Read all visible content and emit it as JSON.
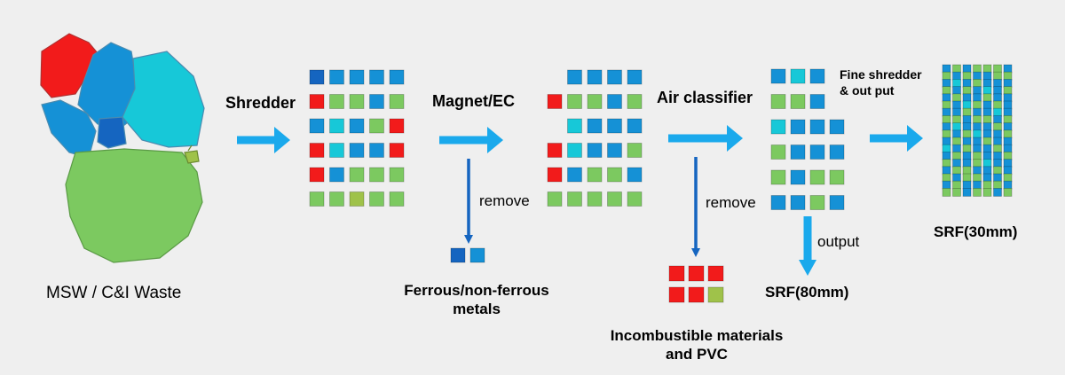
{
  "colors": {
    "red": "#f21b1b",
    "blue": "#1591d6",
    "dark_blue": "#1565c0",
    "cyan": "#17c8d8",
    "green": "#7cc960",
    "olive": "#9fc24a",
    "arrow_light": "#1aa9ec",
    "arrow_dark": "#1565c0",
    "background": "#efefef"
  },
  "icons": {
    "process_arrow": "right-arrow-icon",
    "remove_arrow": "down-arrow-icon"
  },
  "source": {
    "label": "MSW /  C&I Waste"
  },
  "steps": [
    {
      "label": "Shredder"
    },
    {
      "label": "Magnet/EC"
    },
    {
      "label": "Air classifier"
    },
    {
      "label": "Fine shredder\n& out put"
    }
  ],
  "removals": [
    {
      "verb": "remove",
      "product": "Ferrous/non-ferrous\nmetals"
    },
    {
      "verb": "remove",
      "product": "Incombustible materials\nand PVC"
    }
  ],
  "outputs": [
    {
      "verb": "output",
      "product": "SRF(80mm)"
    },
    {
      "product": "SRF(30mm)"
    }
  ],
  "grids": {
    "shredded": [
      [
        "dark_blue",
        "blue",
        "blue",
        "blue",
        "blue"
      ],
      [
        "red",
        "green",
        "green",
        "blue",
        "green"
      ],
      [
        "blue",
        "cyan",
        "blue",
        "green",
        "red"
      ],
      [
        "red",
        "cyan",
        "blue",
        "blue",
        "red"
      ],
      [
        "red",
        "blue",
        "green",
        "green",
        "green"
      ],
      [
        "green",
        "green",
        "olive",
        "green",
        "green"
      ]
    ],
    "metals": [
      [
        "dark_blue",
        "blue"
      ]
    ],
    "after_magnet": [
      [
        null,
        "blue",
        "blue",
        "blue",
        "blue"
      ],
      [
        "red",
        "green",
        "green",
        "blue",
        "green"
      ],
      [
        null,
        "cyan",
        "blue",
        "blue",
        "blue"
      ],
      [
        "red",
        "cyan",
        "blue",
        "blue",
        "green"
      ],
      [
        "red",
        "blue",
        "green",
        "green",
        "blue"
      ],
      [
        "green",
        "green",
        "green",
        "green",
        "green"
      ]
    ],
    "incombustible": [
      [
        "red",
        "red",
        "red"
      ],
      [
        "red",
        "red",
        "olive"
      ]
    ],
    "after_air": [
      [
        "blue",
        "cyan",
        "blue",
        null
      ],
      [
        "green",
        "green",
        "blue",
        null
      ],
      [
        "cyan",
        "blue",
        "blue",
        "blue"
      ],
      [
        "green",
        "blue",
        "blue",
        "blue"
      ],
      [
        "green",
        "blue",
        "green",
        "green"
      ],
      [
        "blue",
        "blue",
        "green",
        "blue"
      ]
    ],
    "fine": [
      [
        "blue",
        "green",
        "blue",
        "green",
        "green",
        "green",
        "blue"
      ],
      [
        "green",
        "blue",
        "green",
        "blue",
        "blue",
        "green",
        "green"
      ],
      [
        "blue",
        "cyan",
        "blue",
        "green",
        "blue",
        "blue",
        "blue"
      ],
      [
        "green",
        "blue",
        "green",
        "blue",
        "cyan",
        "blue",
        "green"
      ],
      [
        "blue",
        "green",
        "blue",
        "blue",
        "green",
        "blue",
        "blue"
      ],
      [
        "green",
        "blue",
        "cyan",
        "green",
        "blue",
        "green",
        "blue"
      ],
      [
        "blue",
        "blue",
        "green",
        "blue",
        "blue",
        "cyan",
        "blue"
      ],
      [
        "green",
        "green",
        "blue",
        "green",
        "green",
        "blue",
        "green"
      ],
      [
        "blue",
        "cyan",
        "blue",
        "blue",
        "blue",
        "green",
        "blue"
      ],
      [
        "green",
        "blue",
        "green",
        "cyan",
        "blue",
        "blue",
        "green"
      ],
      [
        "blue",
        "green",
        "blue",
        "blue",
        "green",
        "blue",
        "blue"
      ],
      [
        "cyan",
        "blue",
        "green",
        "blue",
        "blue",
        "green",
        "blue"
      ],
      [
        "blue",
        "green",
        "blue",
        "green",
        "blue",
        "blue",
        "green"
      ],
      [
        "green",
        "blue",
        "blue",
        "green",
        "cyan",
        "blue",
        "blue"
      ],
      [
        "blue",
        "green",
        "green",
        "blue",
        "blue",
        "green",
        "blue"
      ],
      [
        "green",
        "blue",
        "green",
        "green",
        "blue",
        "blue",
        "green"
      ],
      [
        "blue",
        "green",
        "blue",
        "blue",
        "green",
        "green",
        "blue"
      ],
      [
        "green",
        "green",
        "blue",
        "green",
        "green",
        "blue",
        "green"
      ]
    ]
  }
}
